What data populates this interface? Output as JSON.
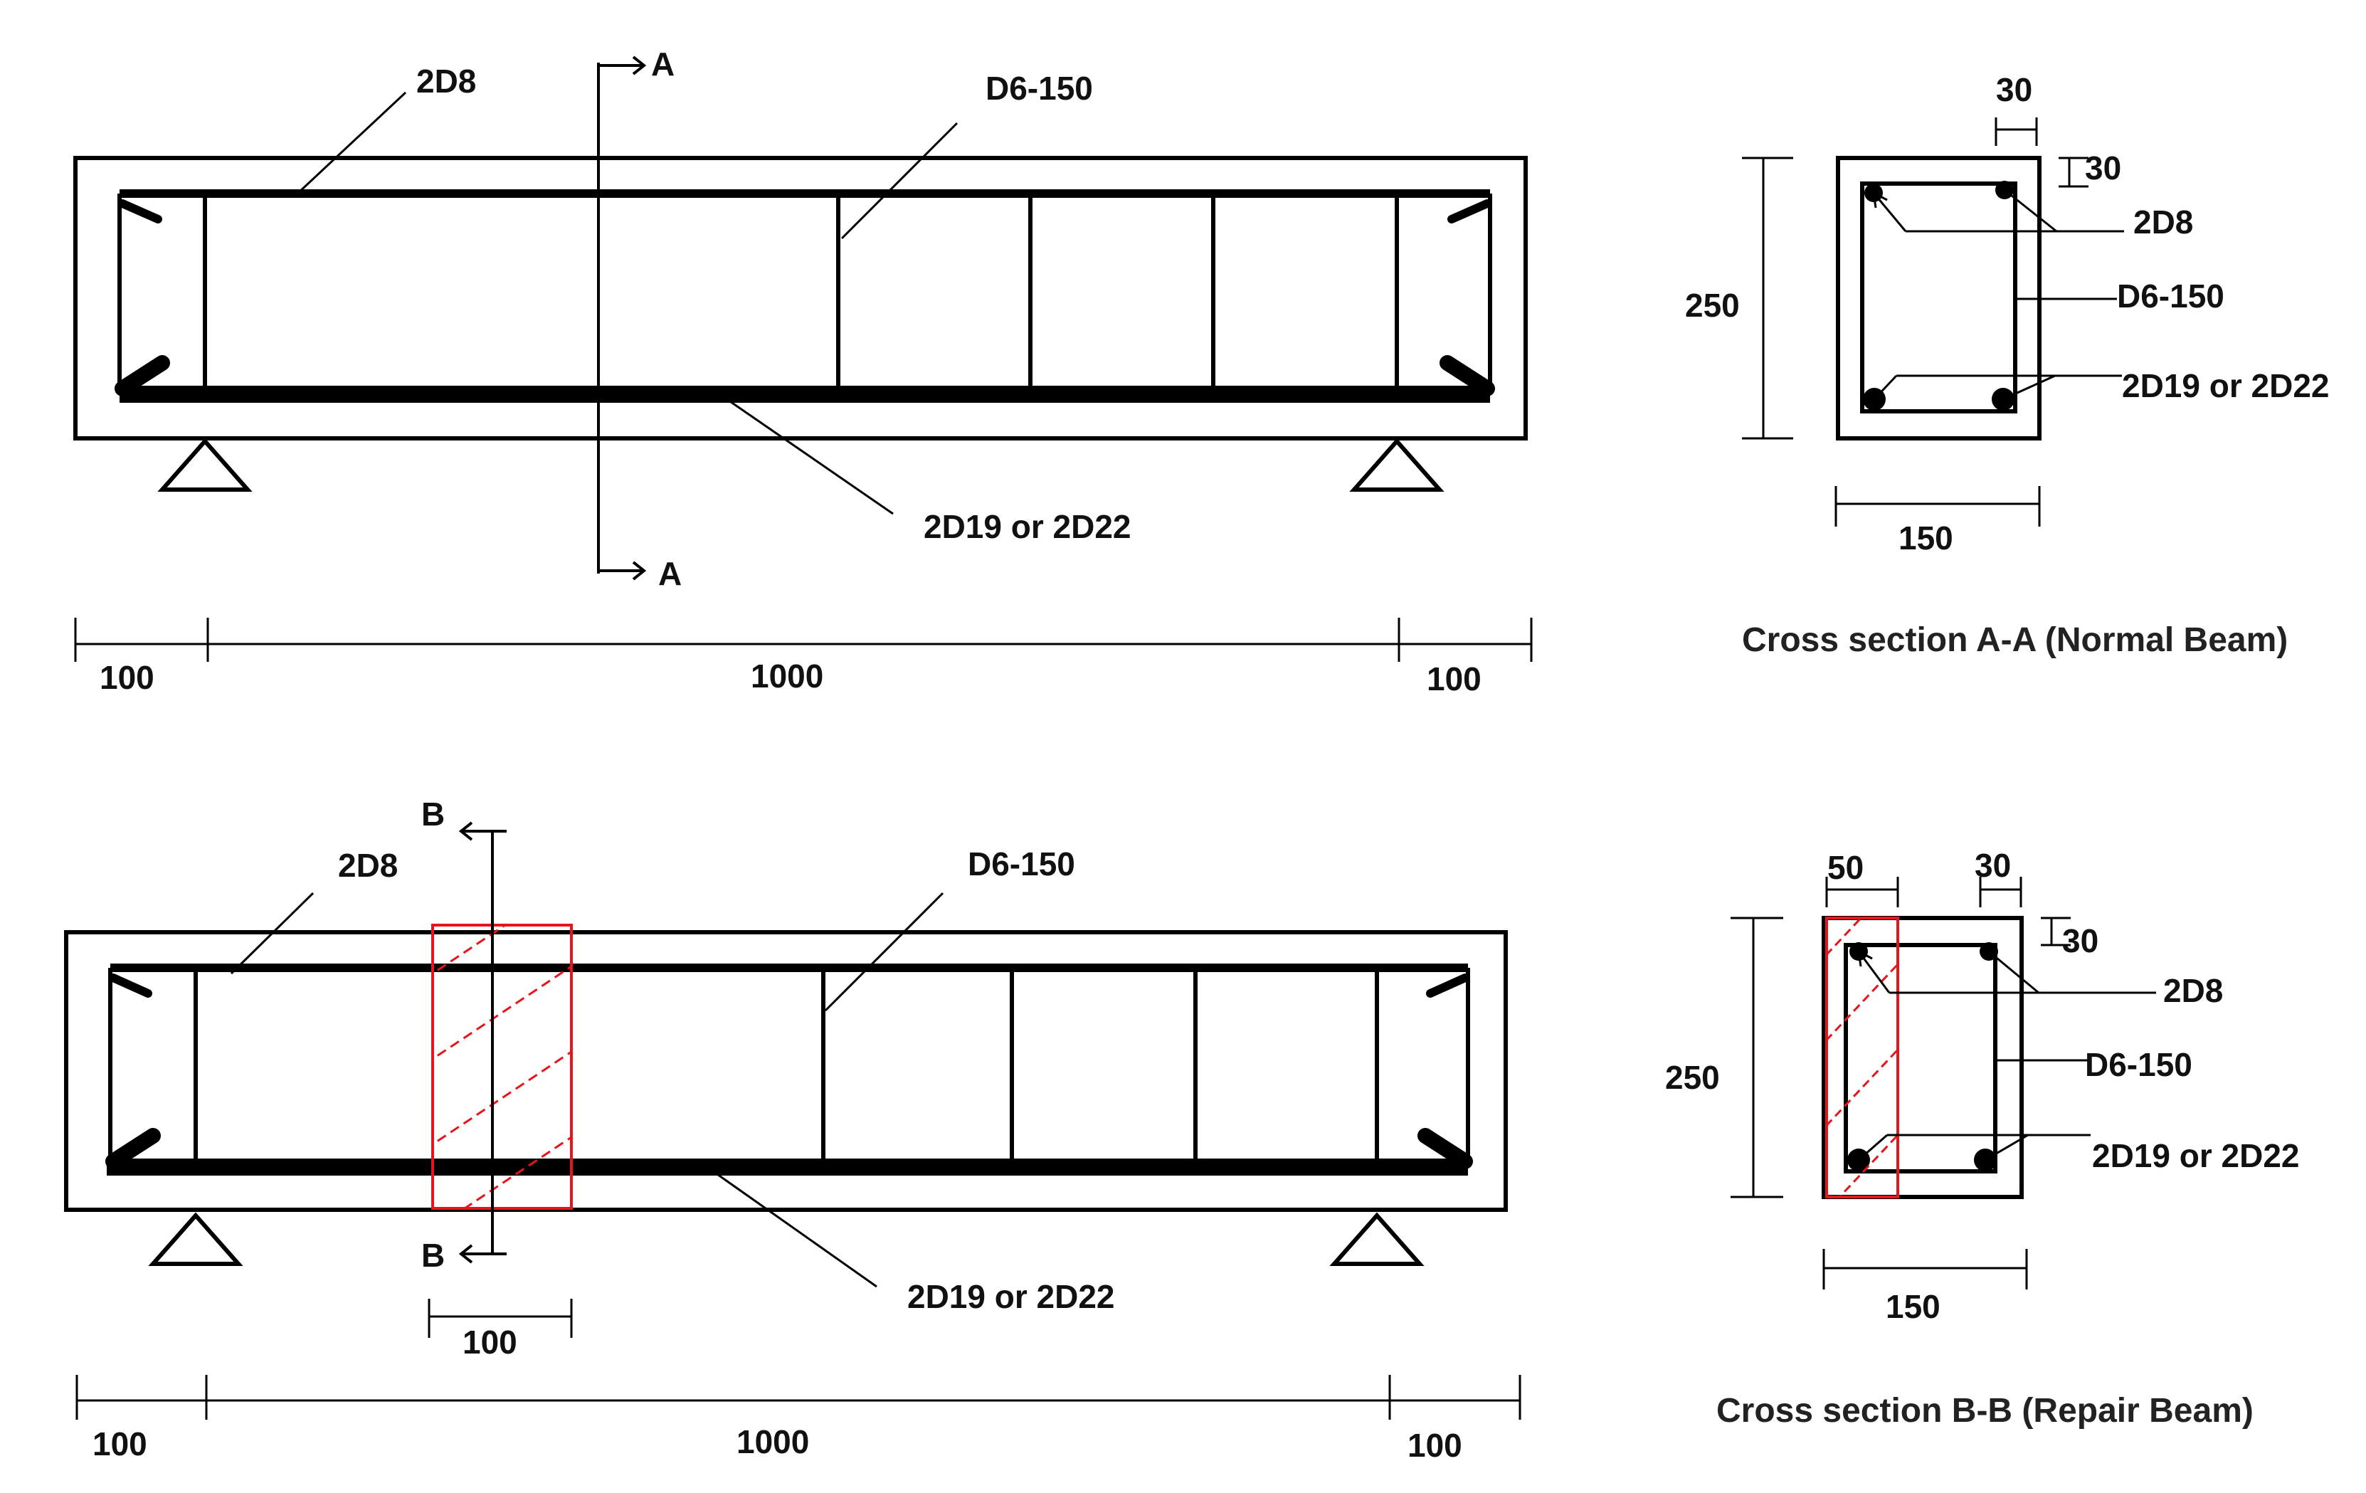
{
  "colors": {
    "line": "#000000",
    "repair_zone": "#e8141b",
    "text": "#111111"
  },
  "normal_beam": {
    "top_bar": "2D8",
    "stirrup": "D6-150",
    "bottom_bar": "2D19 or 2D22",
    "section_marker": "A",
    "span_dims": [
      "100",
      "1000",
      "100"
    ]
  },
  "repair_beam": {
    "top_bar": "2D8",
    "stirrup": "D6-150",
    "bottom_bar": "2D19 or 2D22",
    "section_marker": "B",
    "repair_width": "100",
    "span_dims": [
      "100",
      "1000",
      "100"
    ]
  },
  "section_a": {
    "cover_side": "30",
    "cover_top": "30",
    "height": "250",
    "width": "150",
    "top_bar": "2D8",
    "stirrup": "D6-150",
    "bottom_bar": "2D19 or 2D22",
    "caption": "Cross section A-A (Normal Beam)"
  },
  "section_b": {
    "repair_width": "50",
    "cover_side": "30",
    "cover_top": "30",
    "height": "250",
    "width": "150",
    "top_bar": "2D8",
    "stirrup": "D6-150",
    "bottom_bar": "2D19 or 2D22",
    "caption": "Cross section B-B (Repair Beam)"
  }
}
